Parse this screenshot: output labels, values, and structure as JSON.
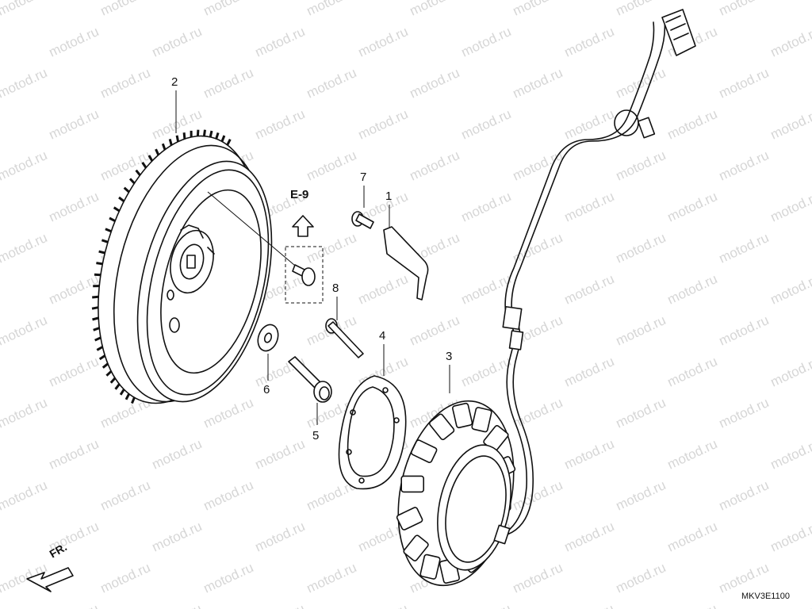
{
  "watermark": "motod.ru",
  "reference": {
    "label": "E-9"
  },
  "front_marker": {
    "label": "FR."
  },
  "diagram_code": "MKV3E1100",
  "callouts": [
    {
      "id": "1",
      "label": "1"
    },
    {
      "id": "2",
      "label": "2"
    },
    {
      "id": "3",
      "label": "3"
    },
    {
      "id": "4",
      "label": "4"
    },
    {
      "id": "5",
      "label": "5"
    },
    {
      "id": "6",
      "label": "6"
    },
    {
      "id": "7",
      "label": "7"
    },
    {
      "id": "8",
      "label": "8"
    }
  ]
}
